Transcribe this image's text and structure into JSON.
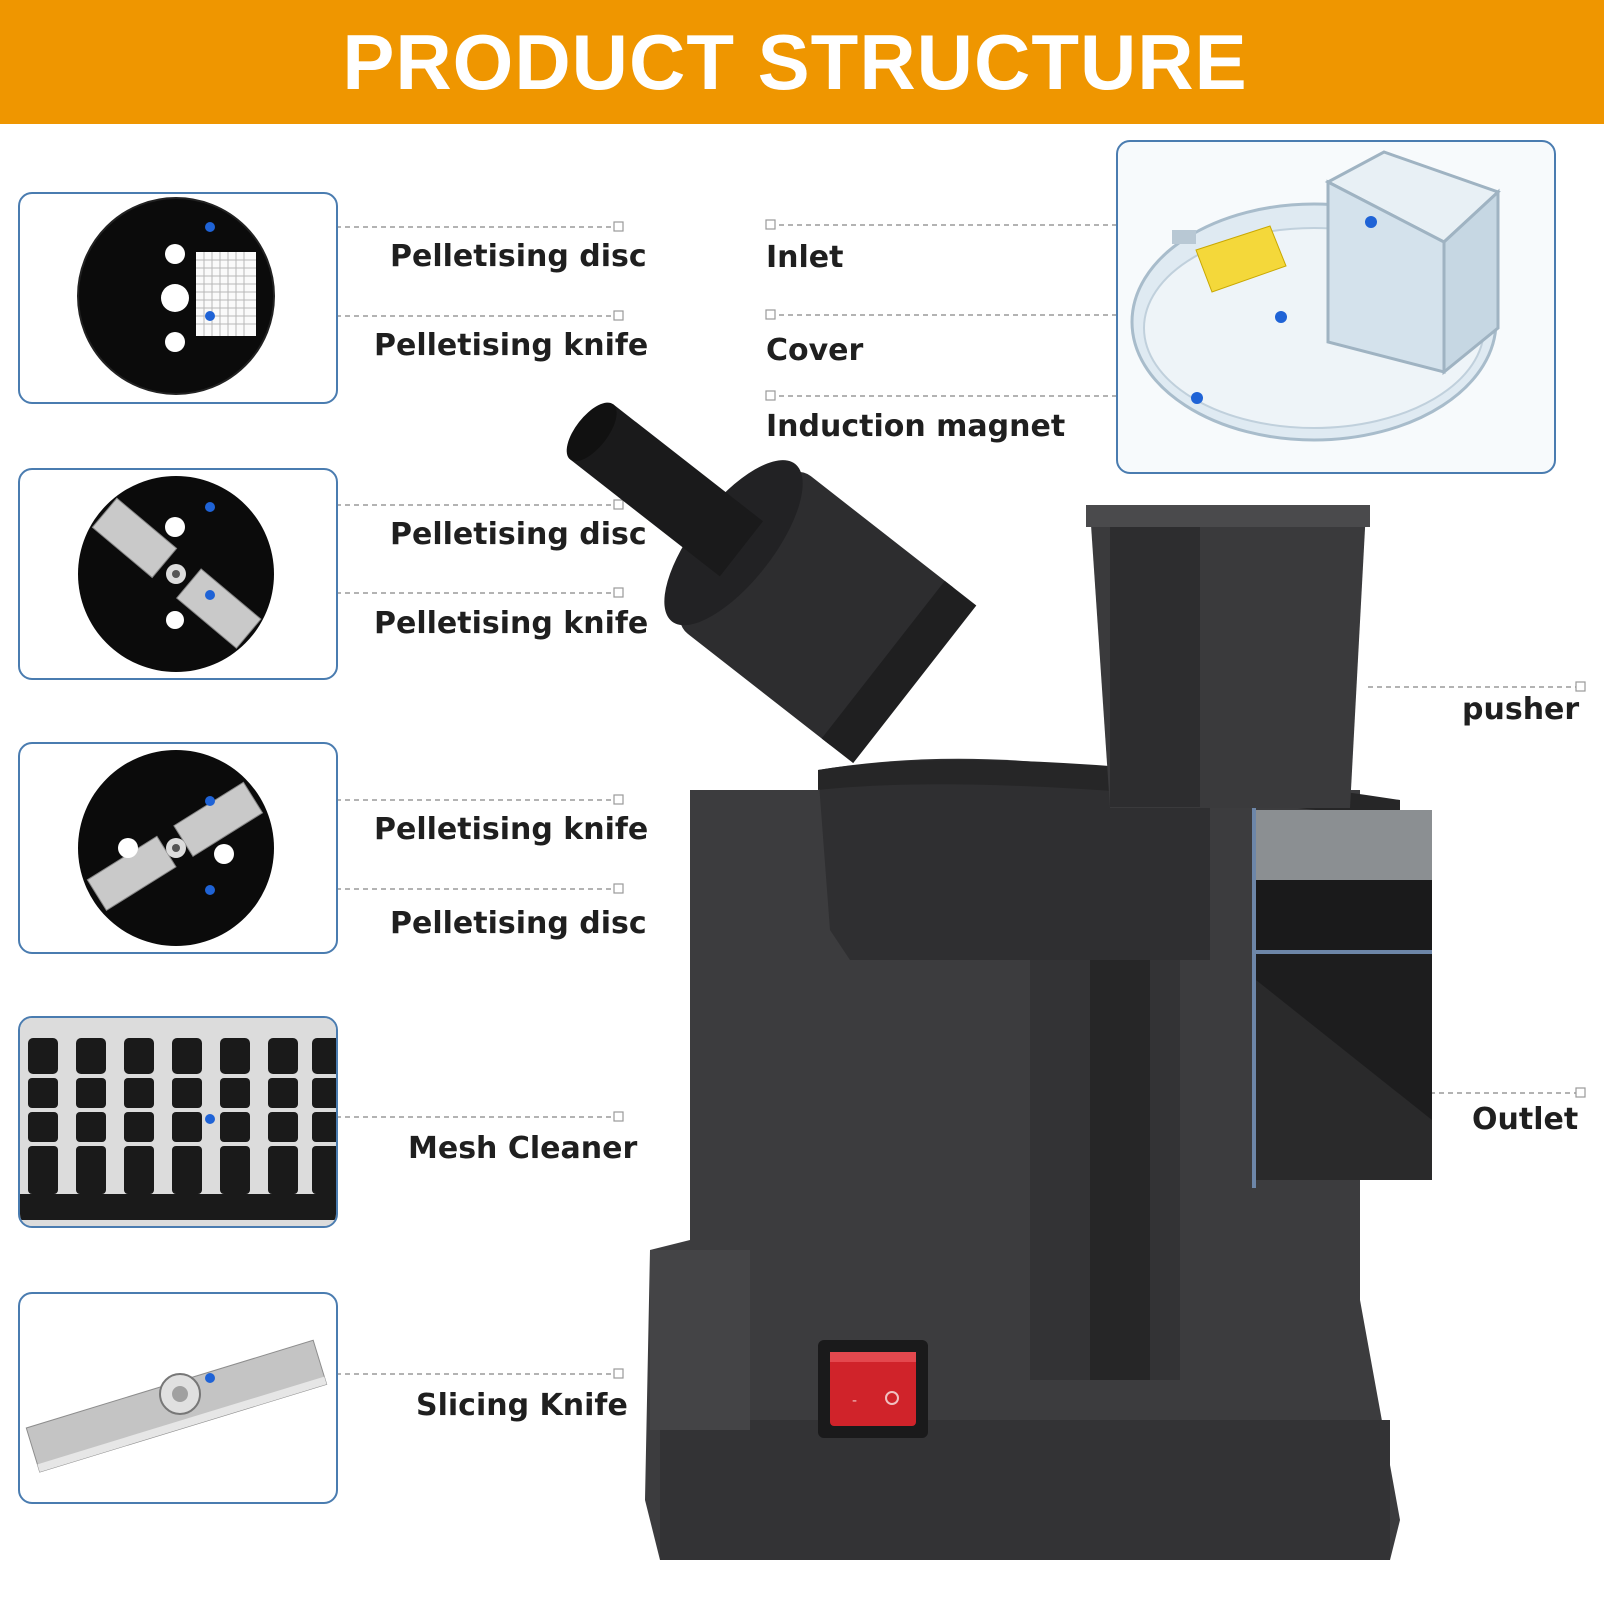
{
  "banner": {
    "title": "PRODUCT STRUCTURE",
    "color": "#ef9600"
  },
  "left_parts": [
    {
      "thumb": "dicing-disc-grid",
      "labels": [
        "Pelletising disc",
        "Pelletising knife"
      ]
    },
    {
      "thumb": "disc-two-blades",
      "labels": [
        "Pelletising disc",
        "Pelletising knife"
      ]
    },
    {
      "thumb": "disc-two-blades-rotated",
      "labels": [
        "Pelletising knife",
        "Pelletising disc"
      ]
    },
    {
      "thumb": "mesh-cleaner-comb",
      "labels": [
        "Mesh Cleaner"
      ]
    },
    {
      "thumb": "slicing-knife-blade",
      "labels": [
        "Slicing Knife"
      ]
    }
  ],
  "cover_parts": {
    "labels": [
      "Inlet",
      "Cover",
      "Induction magnet"
    ]
  },
  "machine_parts": {
    "pusher": "pusher",
    "outlet": "Outlet"
  },
  "colors": {
    "frame": "#4a7cb0",
    "marker": "#1f63d6",
    "body": "#3c3c3e",
    "switch": "#d0232a"
  }
}
